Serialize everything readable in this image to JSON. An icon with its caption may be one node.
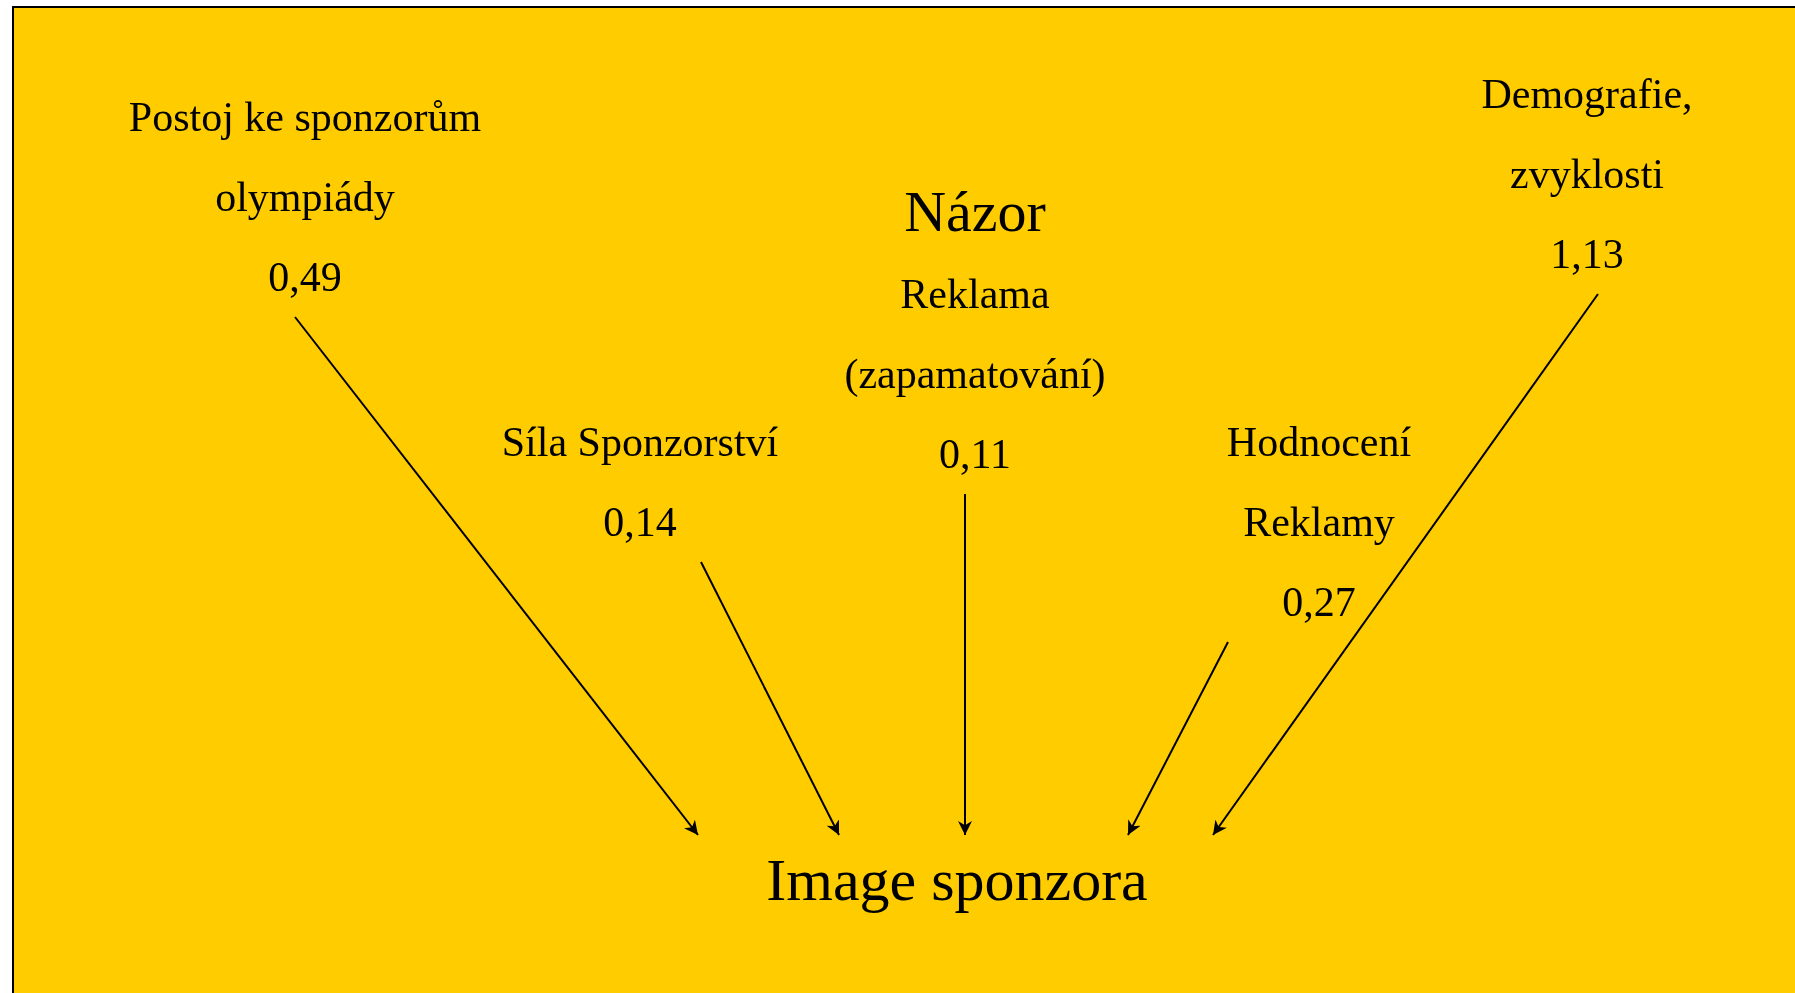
{
  "diagram": {
    "nodes": [
      {
        "text": [
          "Postoj ke sponzorům olympiády",
          "0,49"
        ]
      },
      {
        "text": [
          "Reklama (zapamatování)",
          "0,11"
        ]
      },
      {
        "text": [
          "Síla Sponzorství",
          "0,14"
        ]
      },
      {
        "text": [
          "Hodnocení Reklamy",
          "0,27"
        ]
      },
      {
        "text": [
          "Demografie, zvyklosti",
          "1,13"
        ]
      },
      {
        "text": [
          "Image sponzora"
        ]
      }
    ],
    "edges": [
      {
        "from": 0,
        "to": 5,
        "arrow": "to"
      },
      {
        "from": 2,
        "to": 5,
        "arrow": "to"
      },
      {
        "from": 1,
        "to": 5,
        "arrow": "to"
      },
      {
        "from": 3,
        "to": 5,
        "arrow": "to"
      },
      {
        "from": 4,
        "to": 5,
        "arrow": "to"
      }
    ],
    "labels": [
      "Názor"
    ]
  }
}
